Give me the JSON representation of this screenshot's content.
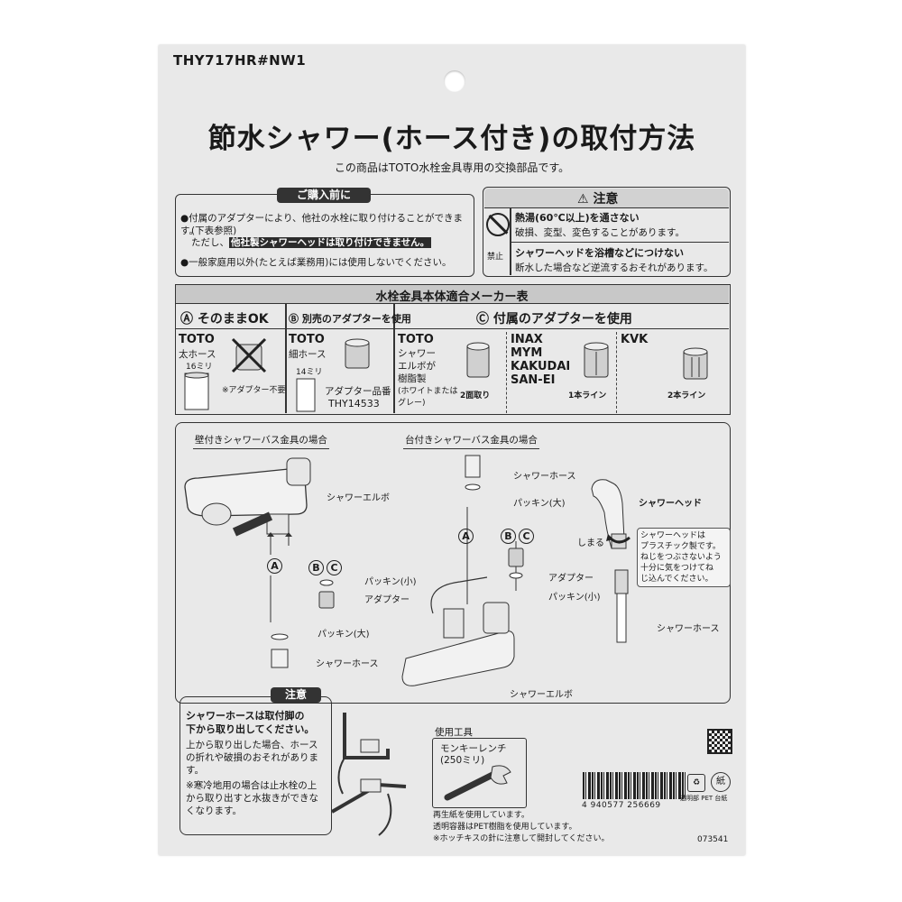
{
  "model": "THY717HR#NW1",
  "title": "節水シャワー(ホース付き)の取付方法",
  "subtitle": "この商品はTOTO水栓金具専用の交換部品です。",
  "before_purchase": {
    "header": "ご購入前に",
    "line1": "●付属のアダプターにより、他社の水栓に取り付けることができます。",
    "line2": "(下表参照)",
    "line3_prefix": "ただし、",
    "line3_highlight": "他社製シャワーヘッドは取り付けできません。",
    "line4": "●一般家庭用以外(たとえば業務用)には使用しないでください。"
  },
  "caution": {
    "header": "注意",
    "prohibit_label": "禁止",
    "item1_title": "熱湯(60℃以上)を通さない",
    "item1_text": "破損、変型、変色することがあります。",
    "item2_title": "シャワーヘッドを浴槽などにつけない",
    "item2_text": "断水した場合など逆流するおそれがあります。"
  },
  "table": {
    "title": "水栓金具本体適合メーカー表",
    "colA": "Ⓐ そのままOK",
    "colB": "Ⓑ 別売のアダプターを使用",
    "colC": "Ⓒ 付属のアダプターを使用",
    "a_maker": "TOTO",
    "a_hose": "太ホース",
    "a_size": "16ミリ",
    "a_note": "※アダプター不要",
    "b_maker": "TOTO",
    "b_hose": "細ホース",
    "b_size": "14ミリ",
    "b_adapter": "アダプター品番",
    "b_part": "THY14533",
    "c1_maker": "TOTO",
    "c1_line1": "シャワー",
    "c1_line2": "エルボが",
    "c1_line3": "樹脂製",
    "c1_line4": "(ホワイトまたは",
    "c1_line5": "グレー)",
    "c1_adapter": "2面取り",
    "c2_makers": [
      "INAX",
      "MYM",
      "KAKUDAI",
      "SAN-EI"
    ],
    "c2_adapter": "1本ライン",
    "c3_maker": "KVK",
    "c3_adapter": "2本ライン"
  },
  "install": {
    "wall_title": "壁付きシャワーバス金具の場合",
    "deck_title": "台付きシャワーバス金具の場合",
    "shower_elbow": "シャワーエルボ",
    "packing_small": "パッキン(小)",
    "adapter": "アダプター",
    "packing_large": "パッキン(大)",
    "shower_hose": "シャワーホース",
    "deck_shower_hose": "シャワーホース",
    "deck_packing_large": "パッキン(大)",
    "deck_adapter": "アダプター",
    "deck_packing_small": "パッキン(小)",
    "deck_elbow": "シャワーエルボ",
    "shower_head": "シャワーヘッド",
    "tighten": "しまる",
    "head_note": [
      "シャワーヘッドは",
      "プラスチック製です。",
      "ねじをつぶさないよう",
      "十分に気をつけてね",
      "じ込んでください。"
    ],
    "head_hose": "シャワーホース",
    "mark_a": "A",
    "mark_b": "B",
    "mark_c": "C"
  },
  "note_box": {
    "header": "注意",
    "bold1": "シャワーホースは取付脚の",
    "bold2": "下から取り出してください。",
    "text1": "上から取り出した場合、ホースの折れや破損のおそれがあります。",
    "text2": "※寒冷地用の場合は止水栓の上から取り出すと水抜きができなくなります。"
  },
  "tools": {
    "header": "使用工具",
    "tool": "モンキーレンチ",
    "size": "(250ミリ)"
  },
  "footer": {
    "line1": "再生紙を使用しています。",
    "line2": "透明容器はPET樹脂を使用しています。",
    "line3": "※ホッチキスの針に注意して開封してください。",
    "barcode": "4 940577 256669",
    "recycle1": "透明部",
    "recycle2": "PET",
    "recycle3": "台紙",
    "paper_mark": "紙",
    "code": "073541"
  },
  "colors": {
    "card": "#e9e9e9",
    "ink": "#1a1a1a",
    "header_bg": "#333333"
  }
}
